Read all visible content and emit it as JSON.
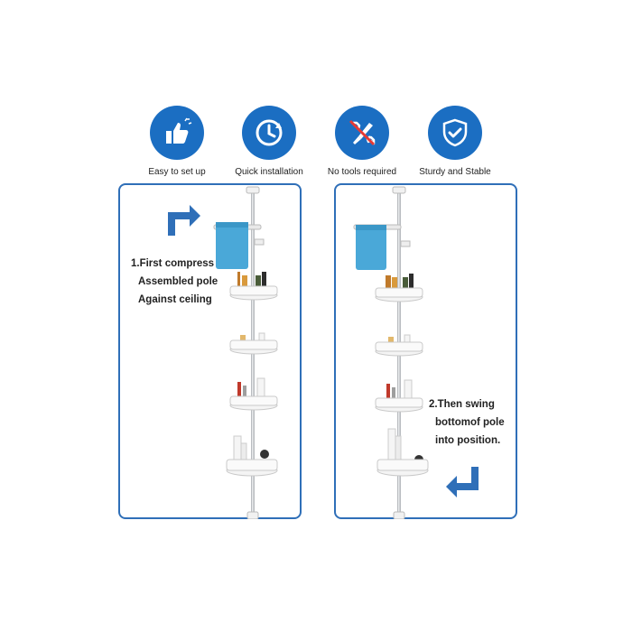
{
  "features": [
    {
      "icon": "thumbs-up-icon",
      "label": "Easy to set up"
    },
    {
      "icon": "clock-icon",
      "label": "Quick installation"
    },
    {
      "icon": "no-tools-icon",
      "label": "No tools required"
    },
    {
      "icon": "shield-check-icon",
      "label": "Sturdy and Stable"
    }
  ],
  "left_panel": {
    "lines": [
      "1.First compress",
      "Assembled pole",
      "Against ceiling"
    ]
  },
  "right_panel": {
    "lines": [
      "2.Then swing",
      "bottomof pole",
      "into position."
    ]
  },
  "colors": {
    "accent": "#1b6ec2",
    "panel_border": "#2f6fb8",
    "towel": "#4aa8d8",
    "pole": "#b9bcc0"
  }
}
